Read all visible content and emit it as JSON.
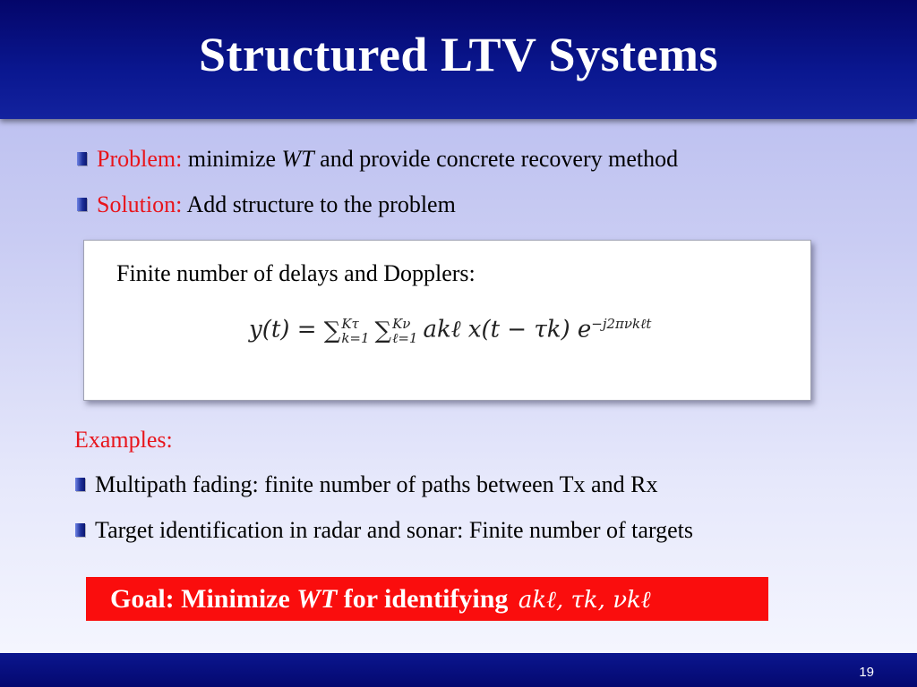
{
  "slide": {
    "title": "Structured LTV Systems",
    "page_number": "19"
  },
  "bullets": [
    {
      "label": "Problem:",
      "text_before": "minimize",
      "emph": "WT",
      "text_after": "and provide concrete recovery method"
    },
    {
      "label": "Solution:",
      "text": "Add structure to the problem"
    }
  ],
  "box": {
    "heading": "Finite number of delays and Dopplers:",
    "formula": {
      "lhs": "y(t) =",
      "sum1_upper": "Kτ",
      "sum1_lower": "k=1",
      "sum2_upper": "Kν",
      "sum2_lower": "ℓ=1",
      "term": "akℓ x(t − τk) e",
      "exponent": "−j2πνkℓt"
    }
  },
  "examples": {
    "label": "Examples:",
    "items": [
      "Multipath fading: finite number of paths between Tx and Rx",
      "Target identification in radar and sonar: Finite number of targets"
    ]
  },
  "goal": {
    "prefix": "Goal: Minimize",
    "emph": "WT",
    "suffix": "for identifying",
    "variables": "akℓ, τk, νkℓ"
  },
  "colors": {
    "header_blue": "#0a1790",
    "accent_red": "#e8141b",
    "goal_red": "#fa0d0d"
  }
}
